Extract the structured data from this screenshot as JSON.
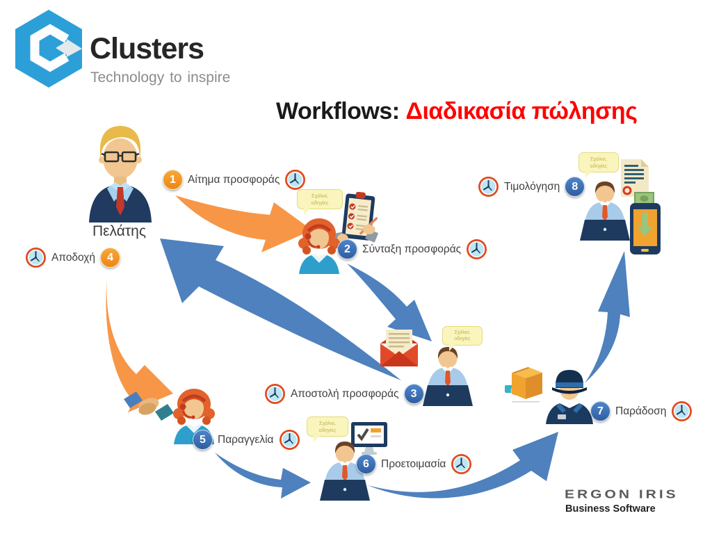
{
  "header": {
    "logo_text": "Clusters",
    "tagline": "Technology to inspire"
  },
  "title": {
    "black": "Workflows: ",
    "red": "Διαδικασία πώλησης"
  },
  "customer_label": "Πελάτης",
  "steps": [
    {
      "num": "1",
      "label": "Αίτημα προσφοράς"
    },
    {
      "num": "2",
      "label": "Σύνταξη προσφοράς"
    },
    {
      "num": "3",
      "label": "Αποστολή προσφοράς"
    },
    {
      "num": "4",
      "label": "Αποδοχή"
    },
    {
      "num": "5",
      "label": "Παραγγελία"
    },
    {
      "num": "6",
      "label": "Προετοιμασία"
    },
    {
      "num": "7",
      "label": "Παράδοση"
    },
    {
      "num": "8",
      "label": "Τιμολόγηση"
    }
  ],
  "bubble": {
    "line1": "Σχόλια,",
    "line2": "οδηγίες"
  },
  "footer": {
    "brand": "ERGON IRIS",
    "subtitle": "Business Software"
  },
  "colors": {
    "logo_blue": "#2D9FD8",
    "title_red": "#FF0000",
    "badge_orange": "#EE8612",
    "badge_blue": "#3D74BC",
    "arrow_orange": "#F79646",
    "arrow_blue": "#4E81BD",
    "clock_ring": "#E2491D",
    "clock_face": "#BDE6F5",
    "bubble_bg": "#FAF5BC"
  }
}
